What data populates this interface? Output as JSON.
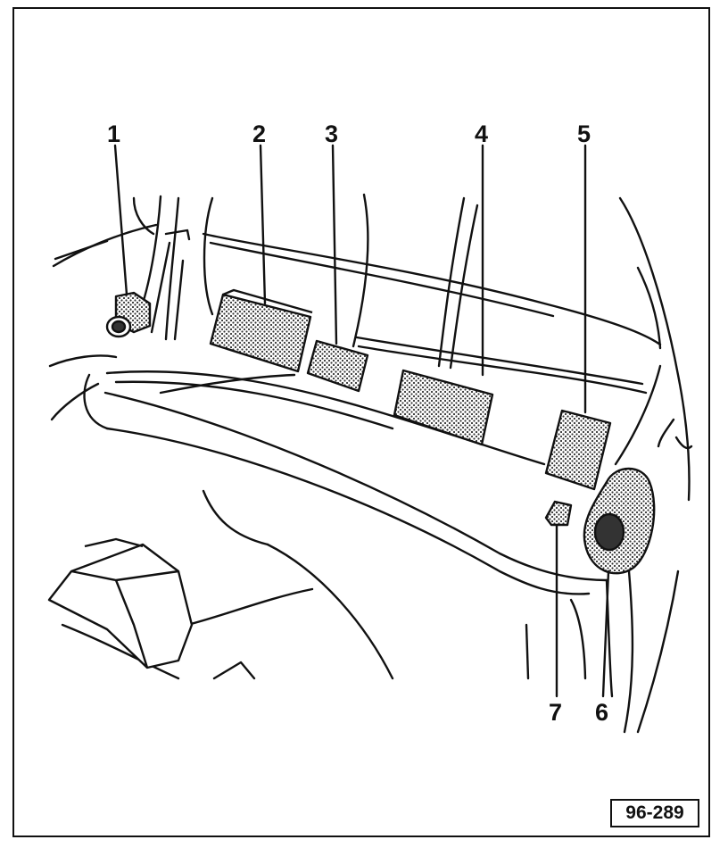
{
  "callouts": [
    {
      "id": "1",
      "label": "1"
    },
    {
      "id": "2",
      "label": "2"
    },
    {
      "id": "3",
      "label": "3"
    },
    {
      "id": "4",
      "label": "4"
    },
    {
      "id": "5",
      "label": "5"
    },
    {
      "id": "6",
      "label": "6"
    },
    {
      "id": "7",
      "label": "7"
    }
  ],
  "reference_code": "96-289",
  "colors": {
    "ink": "#111111",
    "paper": "#ffffff",
    "hatch": "#555555"
  }
}
